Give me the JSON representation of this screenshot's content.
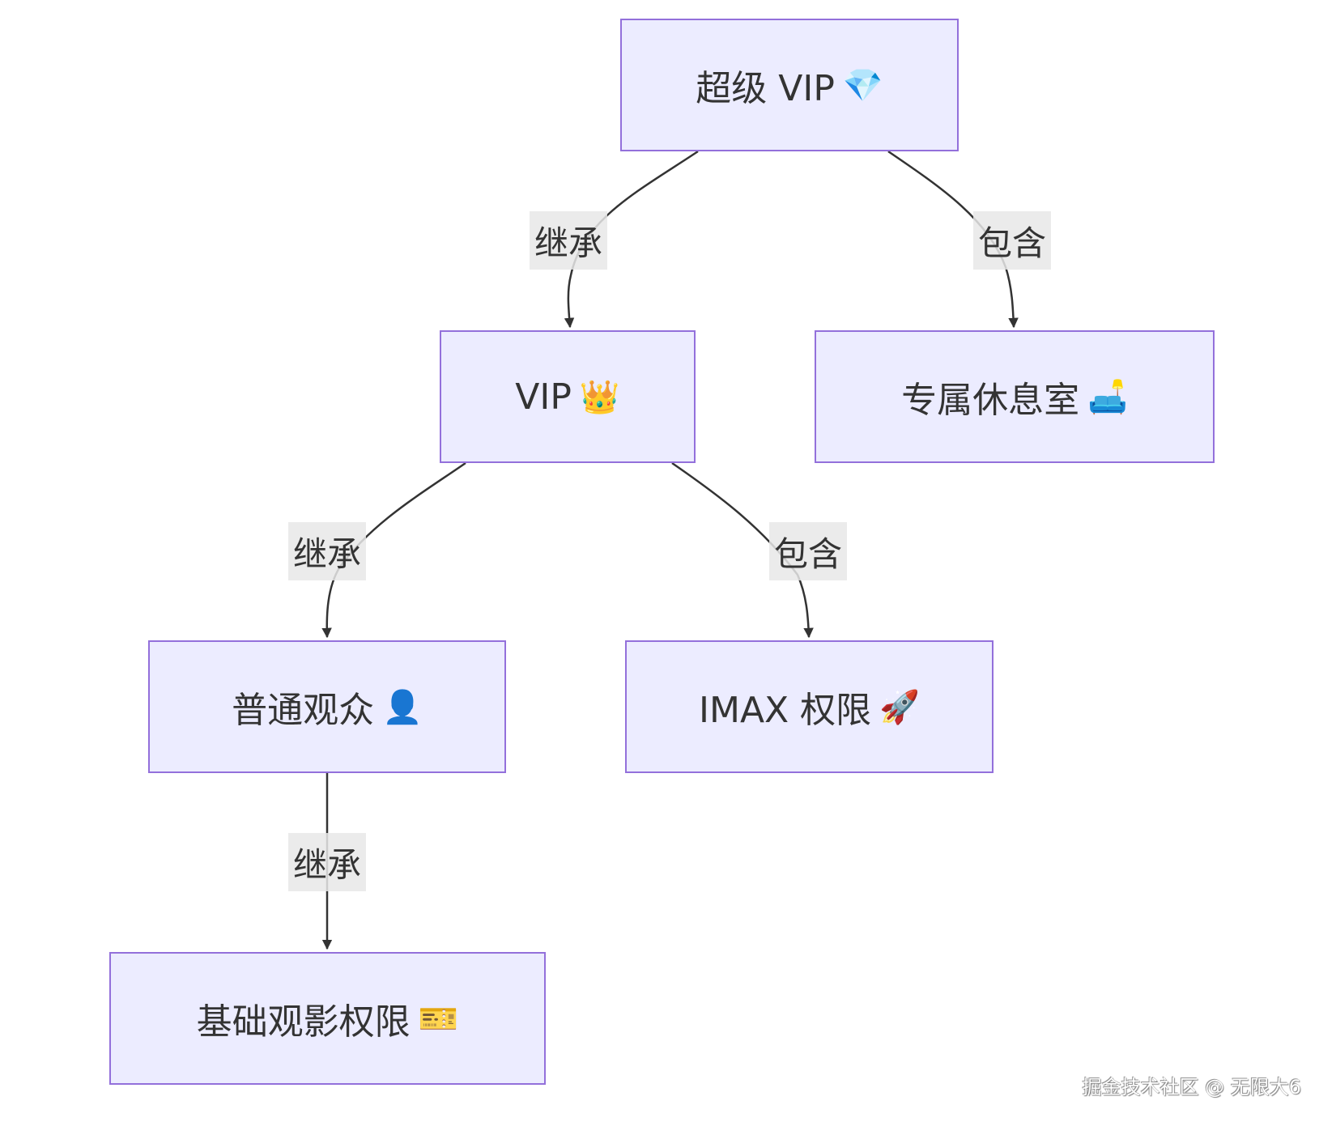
{
  "diagram": {
    "type": "flowchart-top-down",
    "colors": {
      "node_fill": "#ECECFF",
      "node_border": "#9370DB",
      "edge": "#333333",
      "edge_label_bg": "#E8E8E8",
      "text": "#333333"
    },
    "nodes": [
      {
        "id": "super_vip",
        "label": "超级 VIP",
        "emoji": "💎",
        "icon": "gem-icon"
      },
      {
        "id": "vip",
        "label": "VIP",
        "emoji": "👑",
        "icon": "crown-icon"
      },
      {
        "id": "lounge",
        "label": "专属休息室",
        "emoji": "🛋️",
        "icon": "couch-lamp-icon"
      },
      {
        "id": "audience",
        "label": "普通观众",
        "emoji": "👤",
        "icon": "person-silhouette-icon"
      },
      {
        "id": "imax",
        "label": "IMAX 权限",
        "emoji": "🚀",
        "icon": "rocket-icon"
      },
      {
        "id": "basic",
        "label": "基础观影权限",
        "emoji": "🎫",
        "icon": "ticket-icon"
      }
    ],
    "edges": [
      {
        "from": "super_vip",
        "to": "vip",
        "label": "继承"
      },
      {
        "from": "super_vip",
        "to": "lounge",
        "label": "包含"
      },
      {
        "from": "vip",
        "to": "audience",
        "label": "继承"
      },
      {
        "from": "vip",
        "to": "imax",
        "label": "包含"
      },
      {
        "from": "audience",
        "to": "basic",
        "label": "继承"
      }
    ]
  },
  "watermark": "掘金技术社区 @ 无限大6"
}
